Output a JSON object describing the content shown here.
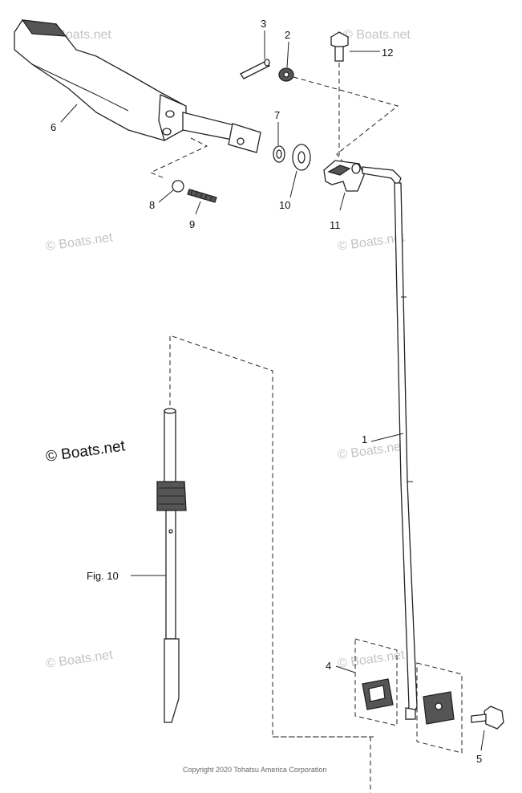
{
  "callouts": {
    "p1": "1",
    "p2": "2",
    "p3": "3",
    "p4": "4",
    "p5": "5",
    "p6": "6",
    "p7": "7",
    "p8": "8",
    "p9": "9",
    "p10": "10",
    "p11": "11",
    "p12": "12",
    "fig": "Fig. 10"
  },
  "watermark": {
    "text": "© Boats.net"
  },
  "copyright": "Copyright 2020 Tohatsu America Corporation"
}
